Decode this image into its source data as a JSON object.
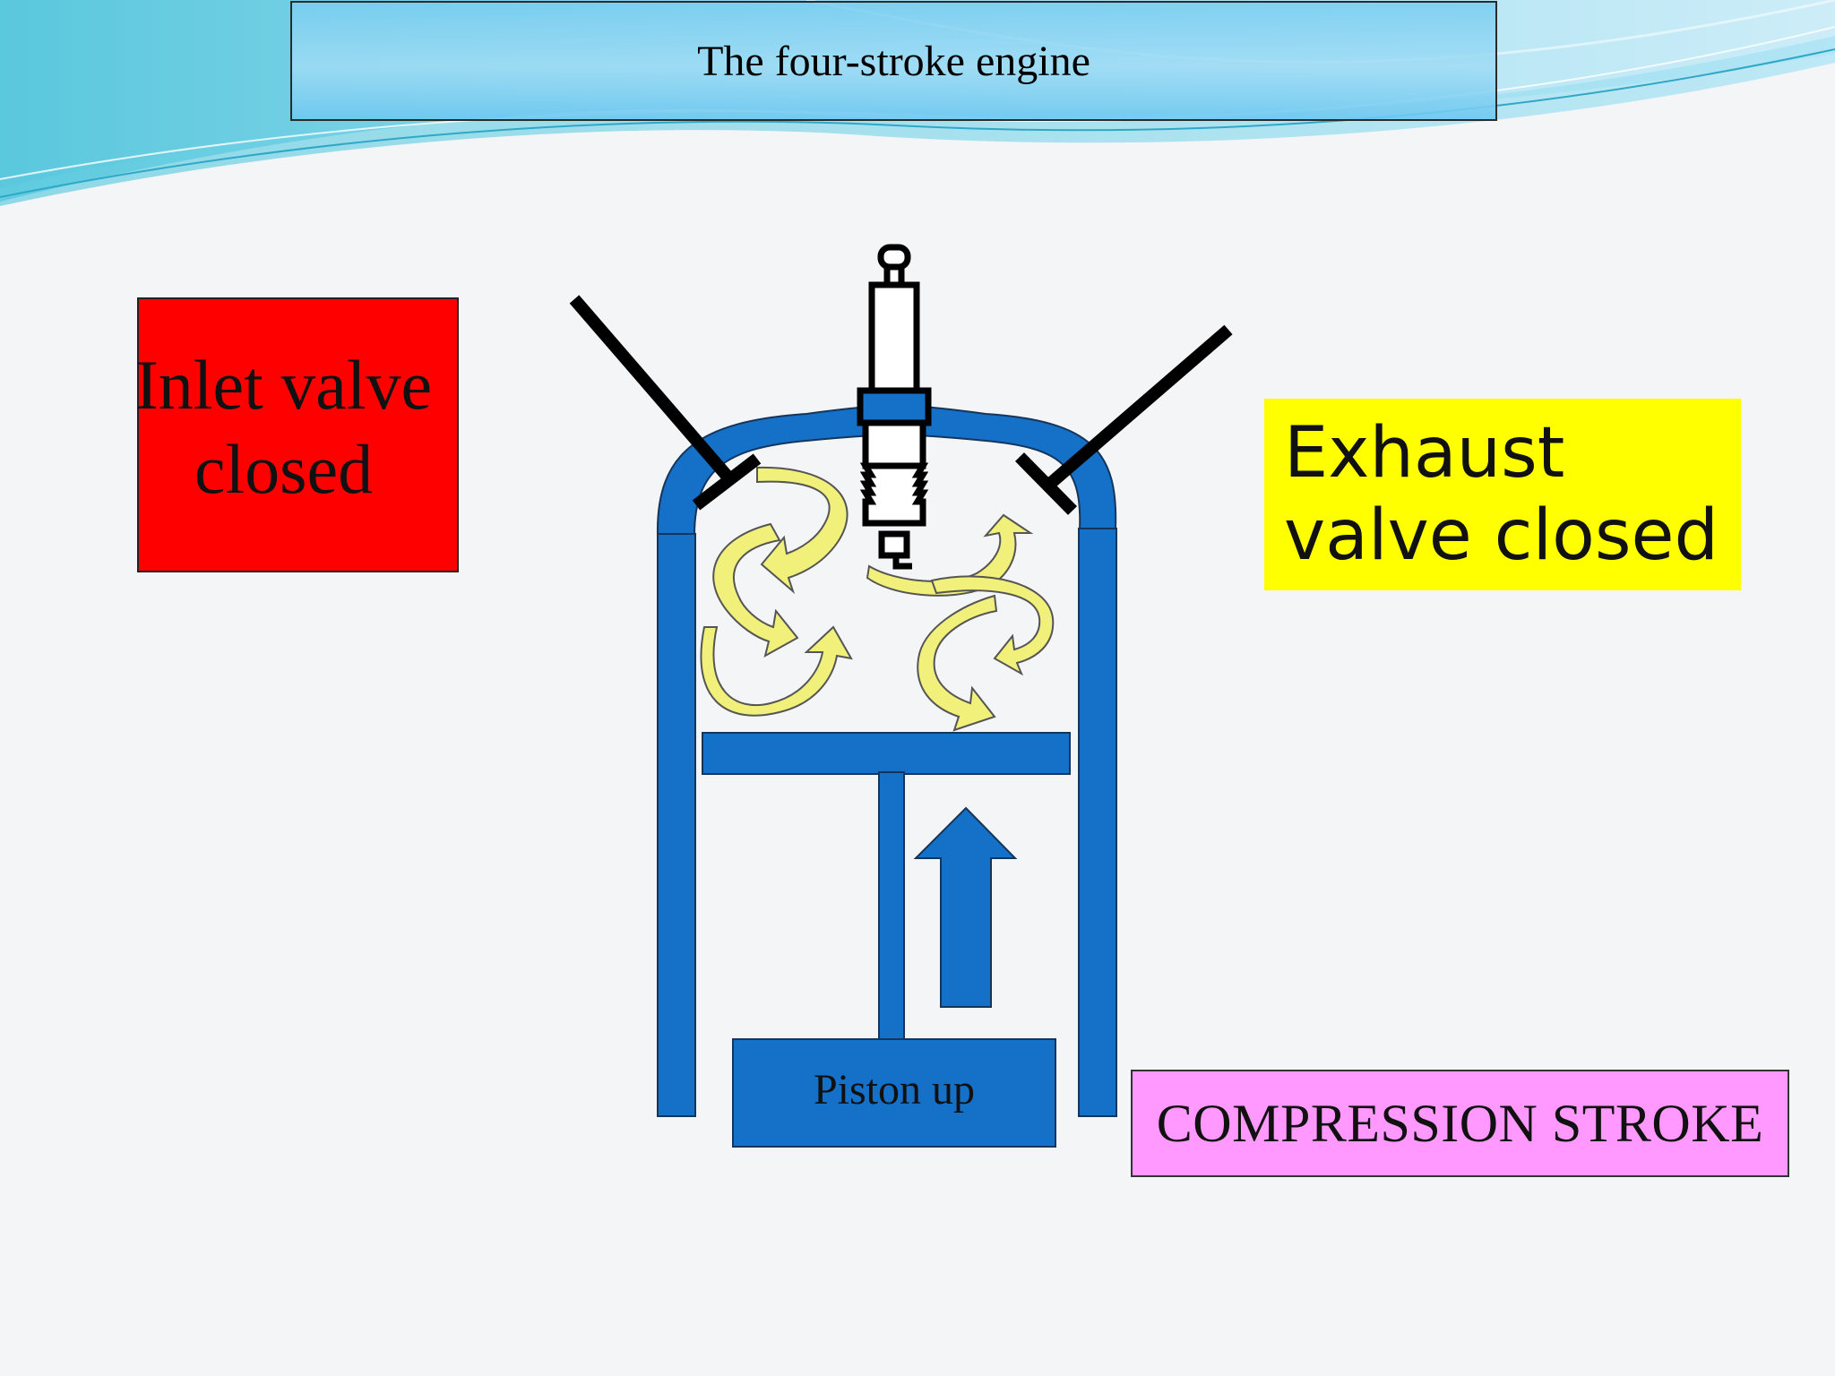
{
  "slide": {
    "title": "The four-stroke engine"
  },
  "labels": {
    "inlet_valve": "Inlet valve closed",
    "exhaust_valve": "Exhaust\nvalve closed",
    "piston": "Piston up",
    "stroke": "COMPRESSION STROKE"
  },
  "colors": {
    "cylinder_blue": "#1570c8",
    "inlet_box": "#ff0000",
    "exhaust_box": "#ffff00",
    "stroke_box": "#ff99ff",
    "swirl_arrows": "#f0f07a",
    "title_bar": "#8fd4f2"
  },
  "icons": {
    "spark_plug": "spark-plug-icon",
    "up_arrow": "up-arrow-icon",
    "swirl": "swirl-arrow-icon"
  }
}
